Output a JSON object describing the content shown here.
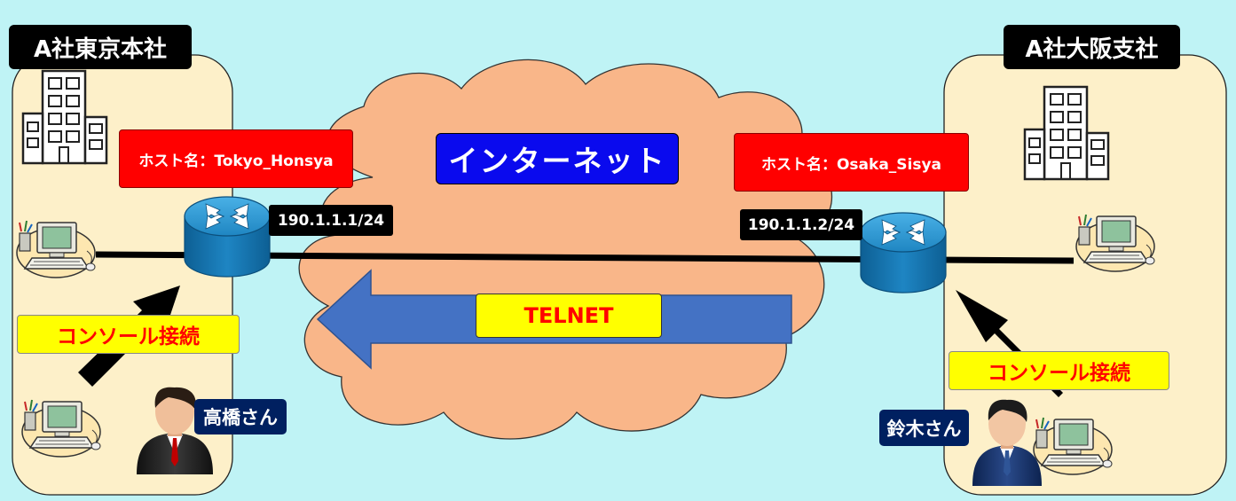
{
  "sites": {
    "tokyo": {
      "title": "A社東京本社",
      "host_label": "ホスト名：Tokyo_Honsya",
      "ip_label": "190.1.1.1/24",
      "console_label": "コンソール接続",
      "person_label": "高橋さん"
    },
    "osaka": {
      "title": "A社大阪支社",
      "host_label": "ホスト名：Osaka_Sisya",
      "ip_label": "190.1.1.2/24",
      "console_label": "コンソール接続",
      "person_label": "鈴木さん"
    }
  },
  "cloud": {
    "label": "インターネット"
  },
  "telnet": {
    "label": "TELNET"
  },
  "icons": [
    "office-building-icon",
    "desktop-computer-icon",
    "router-icon",
    "businessman-icon"
  ],
  "colors": {
    "background": "#bff3f5",
    "site_fill": "#fdf0c9",
    "cloud_fill": "#f9b689",
    "host_label": "#ff0000",
    "internet_label": "#0a0aee",
    "telnet_arrow": "#4472c4",
    "console_label": "#ffff00",
    "person_label": "#002060",
    "router": "#1e80b8"
  }
}
